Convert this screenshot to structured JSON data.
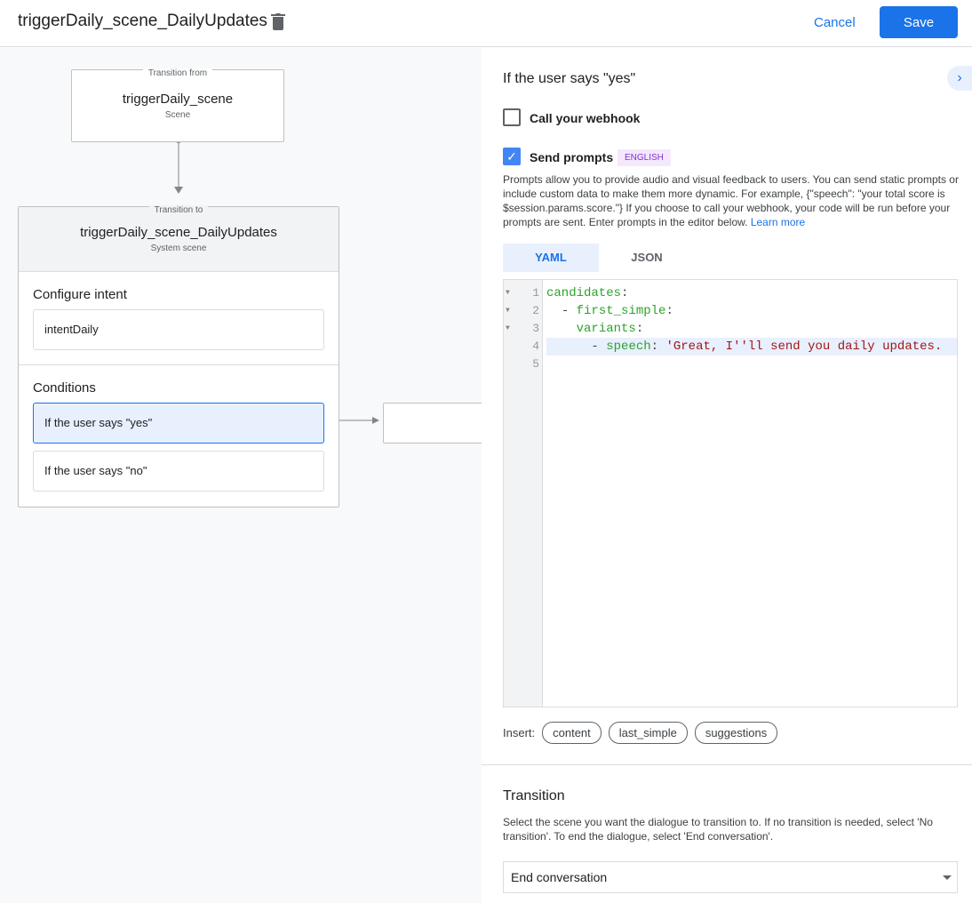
{
  "header": {
    "title": "triggerDaily_scene_DailyUpdates",
    "cancel_label": "Cancel",
    "save_label": "Save"
  },
  "canvas": {
    "from": {
      "legend": "Transition from",
      "name": "triggerDaily_scene",
      "type": "Scene"
    },
    "to": {
      "legend": "Transition to",
      "name": "triggerDaily_scene_DailyUpdates",
      "type": "System scene",
      "intent_heading": "Configure intent",
      "intent": "intentDaily",
      "conditions_heading": "Conditions",
      "conditions": [
        "If the user says \"yes\"",
        "If the user says \"no\""
      ]
    }
  },
  "panel": {
    "heading": "If the user says \"yes\"",
    "webhook_label": "Call your webhook",
    "webhook_checked": false,
    "prompts_label": "Send prompts",
    "prompts_checked": true,
    "language_badge": "ENGLISH",
    "description": "Prompts allow you to provide audio and visual feedback to users. You can send static prompts or include custom data to make them more dynamic. For example, {\"speech\": \"your total score is $session.params.score.\"} If you choose to call your webhook, your code will be run before your prompts are sent. Enter prompts in the editor below.",
    "learn_more": "Learn more",
    "tabs": [
      "YAML",
      "JSON"
    ],
    "active_tab": "YAML",
    "insert_label": "Insert:",
    "insert_chips": [
      "content",
      "last_simple",
      "suggestions"
    ],
    "transition_heading": "Transition",
    "transition_description": "Select the scene you want the dialogue to transition to. If no transition is needed, select 'No transition'. To end the dialogue, select 'End conversation'.",
    "transition_value": "End conversation"
  },
  "editor": {
    "line_numbers": [
      "1",
      "2",
      "3",
      "4",
      "5"
    ],
    "lines": [
      {
        "indent": "",
        "dash": "",
        "key": "candidates",
        "colon": ":",
        "value": ""
      },
      {
        "indent": "  ",
        "dash": "- ",
        "key": "first_simple",
        "colon": ":",
        "value": ""
      },
      {
        "indent": "    ",
        "dash": "",
        "key": "variants",
        "colon": ":",
        "value": ""
      },
      {
        "indent": "      ",
        "dash": "- ",
        "key": "speech",
        "colon": ": ",
        "value": "'Great, I''ll send you daily updates."
      },
      {
        "indent": "",
        "dash": "",
        "key": "",
        "colon": "",
        "value": ""
      }
    ]
  },
  "colors": {
    "accent": "#1a73e8",
    "yaml_key": "#2aa32a",
    "yaml_string": "#a31515"
  }
}
